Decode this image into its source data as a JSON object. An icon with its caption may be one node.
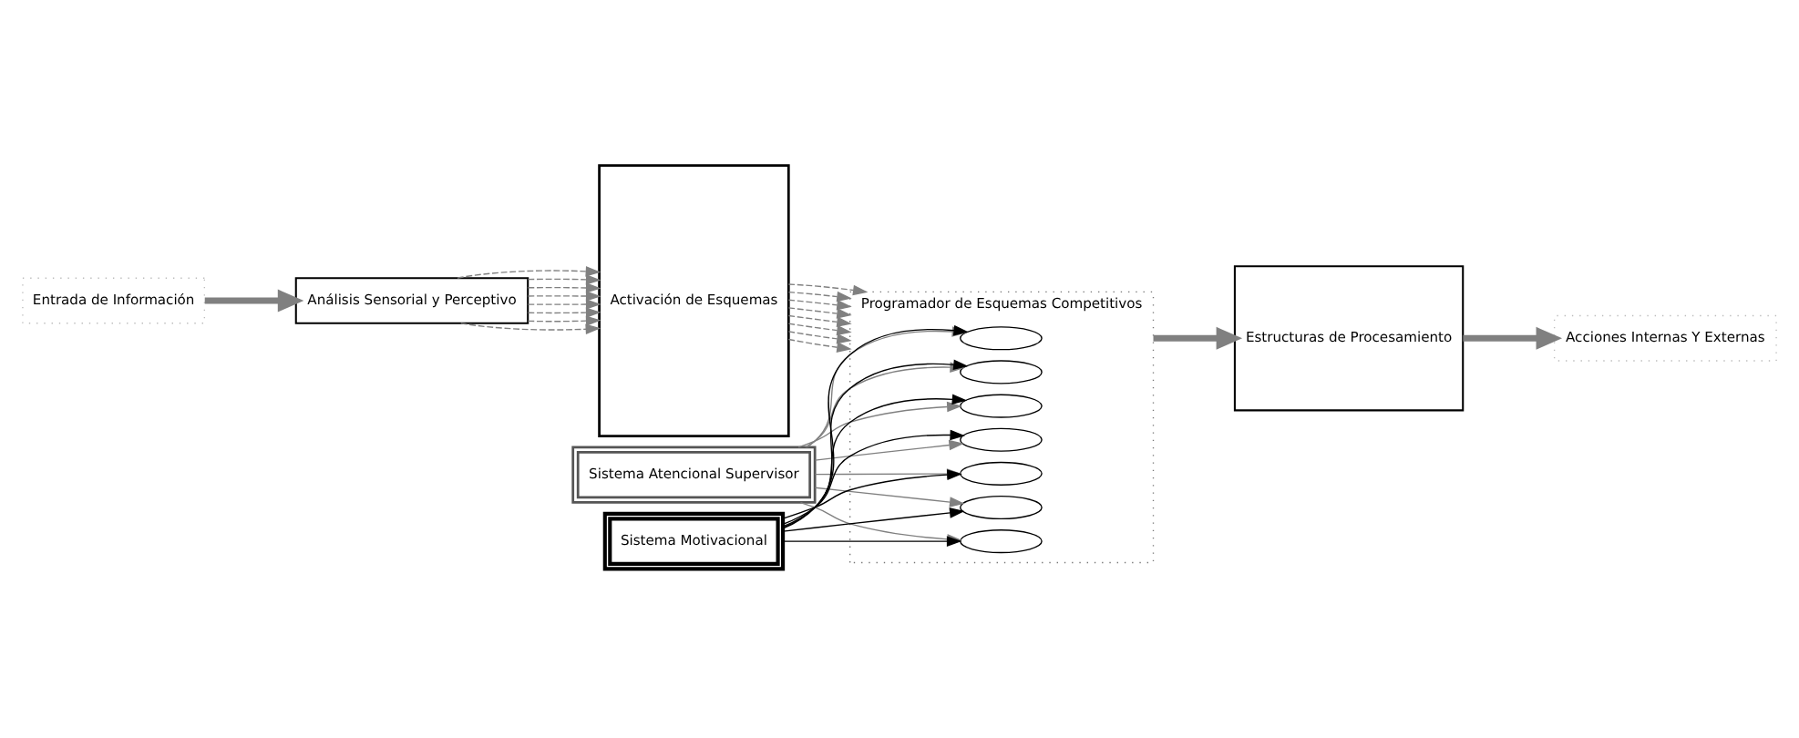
{
  "diagram": {
    "nodes": [
      {
        "text": [
          "Entrada de Información"
        ]
      },
      {
        "text": [
          "Análisis Sensorial y Perceptivo"
        ]
      },
      {
        "text": [
          "Activación de Esquemas"
        ]
      },
      {
        "text": [
          "Programador de Esquemas Competitivos"
        ]
      },
      {
        "text": [],
        "shape": "ellipse",
        "in": 3
      },
      {
        "text": [],
        "shape": "ellipse",
        "in": 3
      },
      {
        "text": [],
        "shape": "ellipse",
        "in": 3
      },
      {
        "text": [],
        "shape": "ellipse",
        "in": 3
      },
      {
        "text": [],
        "shape": "ellipse",
        "in": 3
      },
      {
        "text": [],
        "shape": "ellipse",
        "in": 3
      },
      {
        "text": [],
        "shape": "ellipse",
        "in": 3
      },
      {
        "text": [
          "Sistema Atencional Supervisor"
        ]
      },
      {
        "text": [
          "Sistema Motivacional"
        ]
      },
      {
        "text": [
          "Estructuras de Procesamiento"
        ]
      },
      {
        "text": [
          "Acciones Internas Y Externas"
        ]
      }
    ],
    "edges": [
      {
        "from": 0,
        "to": 1,
        "arrow": "to",
        "style": "thick"
      },
      {
        "from": 1,
        "to": 2,
        "arrow": "to",
        "style": "dashed"
      },
      {
        "from": 1,
        "to": 2,
        "arrow": "to",
        "style": "dashed"
      },
      {
        "from": 1,
        "to": 2,
        "arrow": "to",
        "style": "dashed"
      },
      {
        "from": 1,
        "to": 2,
        "arrow": "to",
        "style": "dashed"
      },
      {
        "from": 1,
        "to": 2,
        "arrow": "to",
        "style": "dashed"
      },
      {
        "from": 1,
        "to": 2,
        "arrow": "to",
        "style": "dashed"
      },
      {
        "from": 1,
        "to": 2,
        "arrow": "to",
        "style": "dashed"
      },
      {
        "from": 1,
        "to": 2,
        "arrow": "to",
        "style": "dashed"
      },
      {
        "from": 2,
        "to": 3,
        "arrow": "to",
        "style": "dashed"
      },
      {
        "from": 2,
        "to": 3,
        "arrow": "to",
        "style": "dashed"
      },
      {
        "from": 2,
        "to": 3,
        "arrow": "to",
        "style": "dashed"
      },
      {
        "from": 2,
        "to": 3,
        "arrow": "to",
        "style": "dashed"
      },
      {
        "from": 2,
        "to": 3,
        "arrow": "to",
        "style": "dashed"
      },
      {
        "from": 2,
        "to": 3,
        "arrow": "to",
        "style": "dashed"
      },
      {
        "from": 2,
        "to": 3,
        "arrow": "to",
        "style": "dashed"
      },
      {
        "from": 2,
        "to": 3,
        "arrow": "to",
        "style": "dashed"
      },
      {
        "from": 11,
        "to": 4,
        "arrow": "to"
      },
      {
        "from": 11,
        "to": 5,
        "arrow": "to"
      },
      {
        "from": 11,
        "to": 6,
        "arrow": "to"
      },
      {
        "from": 11,
        "to": 7,
        "arrow": "to"
      },
      {
        "from": 11,
        "to": 8,
        "arrow": "to"
      },
      {
        "from": 11,
        "to": 9,
        "arrow": "to"
      },
      {
        "from": 11,
        "to": 10,
        "arrow": "to"
      },
      {
        "from": 12,
        "to": 4,
        "arrow": "to",
        "color": "#000000"
      },
      {
        "from": 12,
        "to": 5,
        "arrow": "to",
        "color": "#000000"
      },
      {
        "from": 12,
        "to": 6,
        "arrow": "to",
        "color": "#000000"
      },
      {
        "from": 12,
        "to": 7,
        "arrow": "to",
        "color": "#000000"
      },
      {
        "from": 12,
        "to": 8,
        "arrow": "to",
        "color": "#000000"
      },
      {
        "from": 12,
        "to": 9,
        "arrow": "to",
        "color": "#000000"
      },
      {
        "from": 12,
        "to": 10,
        "arrow": "to",
        "color": "#000000"
      },
      {
        "from": 3,
        "to": 13,
        "arrow": "to",
        "style": "thick"
      },
      {
        "from": 13,
        "to": 14,
        "arrow": "to",
        "style": "thick"
      }
    ]
  }
}
